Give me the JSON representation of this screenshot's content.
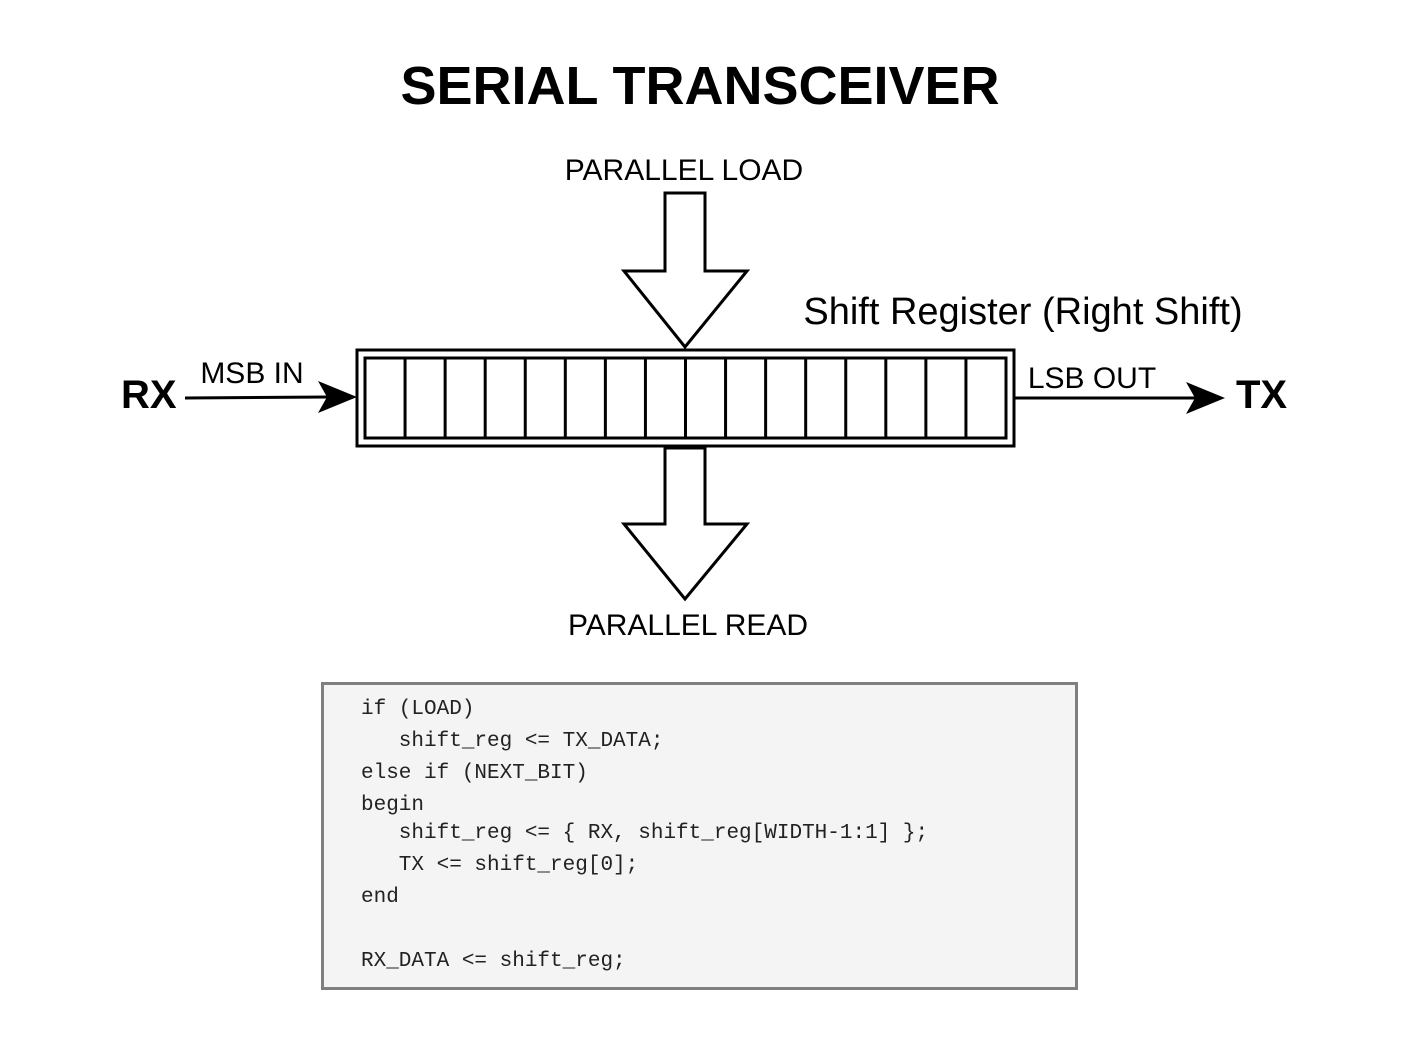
{
  "title": "SERIAL TRANSCEIVER",
  "labels": {
    "parallel_load": "PARALLEL LOAD",
    "parallel_read": "PARALLEL READ",
    "register_name": "Shift Register (Right Shift)",
    "rx": "RX",
    "tx": "TX",
    "msb_in": "MSB IN",
    "lsb_out": "LSB OUT"
  },
  "register": {
    "cell_count": 16
  },
  "code": {
    "lines": [
      "if (LOAD)",
      "   shift_reg <= TX_DATA;",
      "else if (NEXT_BIT)",
      "begin",
      "   shift_reg <= { RX, shift_reg[WIDTH-1:1] };",
      "   TX <= shift_reg[0];",
      "end",
      "",
      "RX_DATA <= shift_reg;"
    ]
  },
  "colors": {
    "stroke": "#000000",
    "code_background": "#f4f4f4",
    "code_border": "#7f7f7f"
  }
}
